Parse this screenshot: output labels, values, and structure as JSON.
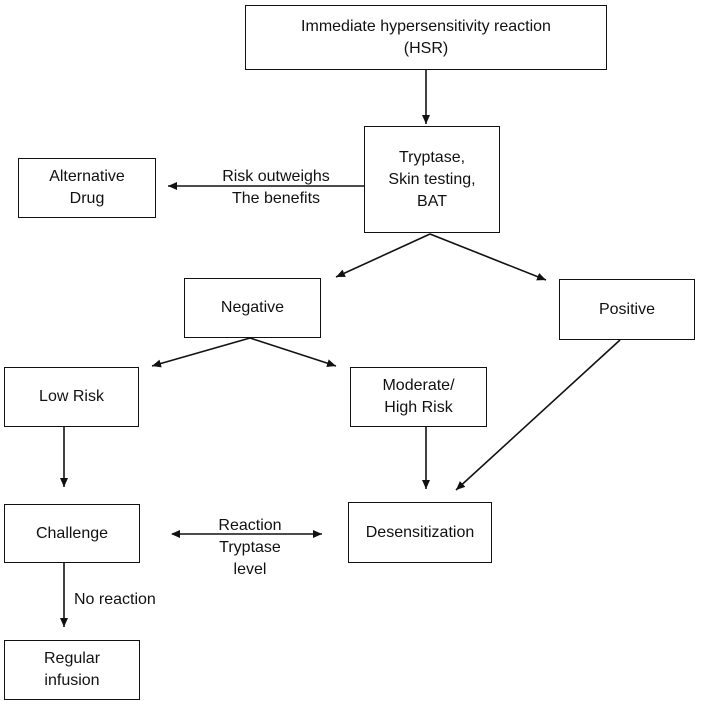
{
  "nodes": {
    "hsr": [
      "Immediate hypersensitivity reaction",
      "(HSR)"
    ],
    "testing": [
      "Tryptase,",
      "Skin testing,",
      "BAT"
    ],
    "alternative": [
      "Alternative",
      "Drug"
    ],
    "negative": [
      "Negative"
    ],
    "positive": [
      "Positive"
    ],
    "low_risk": [
      "Low Risk"
    ],
    "moderate_high": [
      "Moderate/",
      "High Risk"
    ],
    "challenge": [
      "Challenge"
    ],
    "desensitization": [
      "Desensitization"
    ],
    "regular": [
      "Regular",
      "infusion"
    ]
  },
  "edge_labels": {
    "risk": [
      "Risk outweighs",
      "The benefits"
    ],
    "reaction": [
      "Reaction",
      "Tryptase",
      "level"
    ],
    "no_reaction": [
      "No reaction"
    ]
  }
}
